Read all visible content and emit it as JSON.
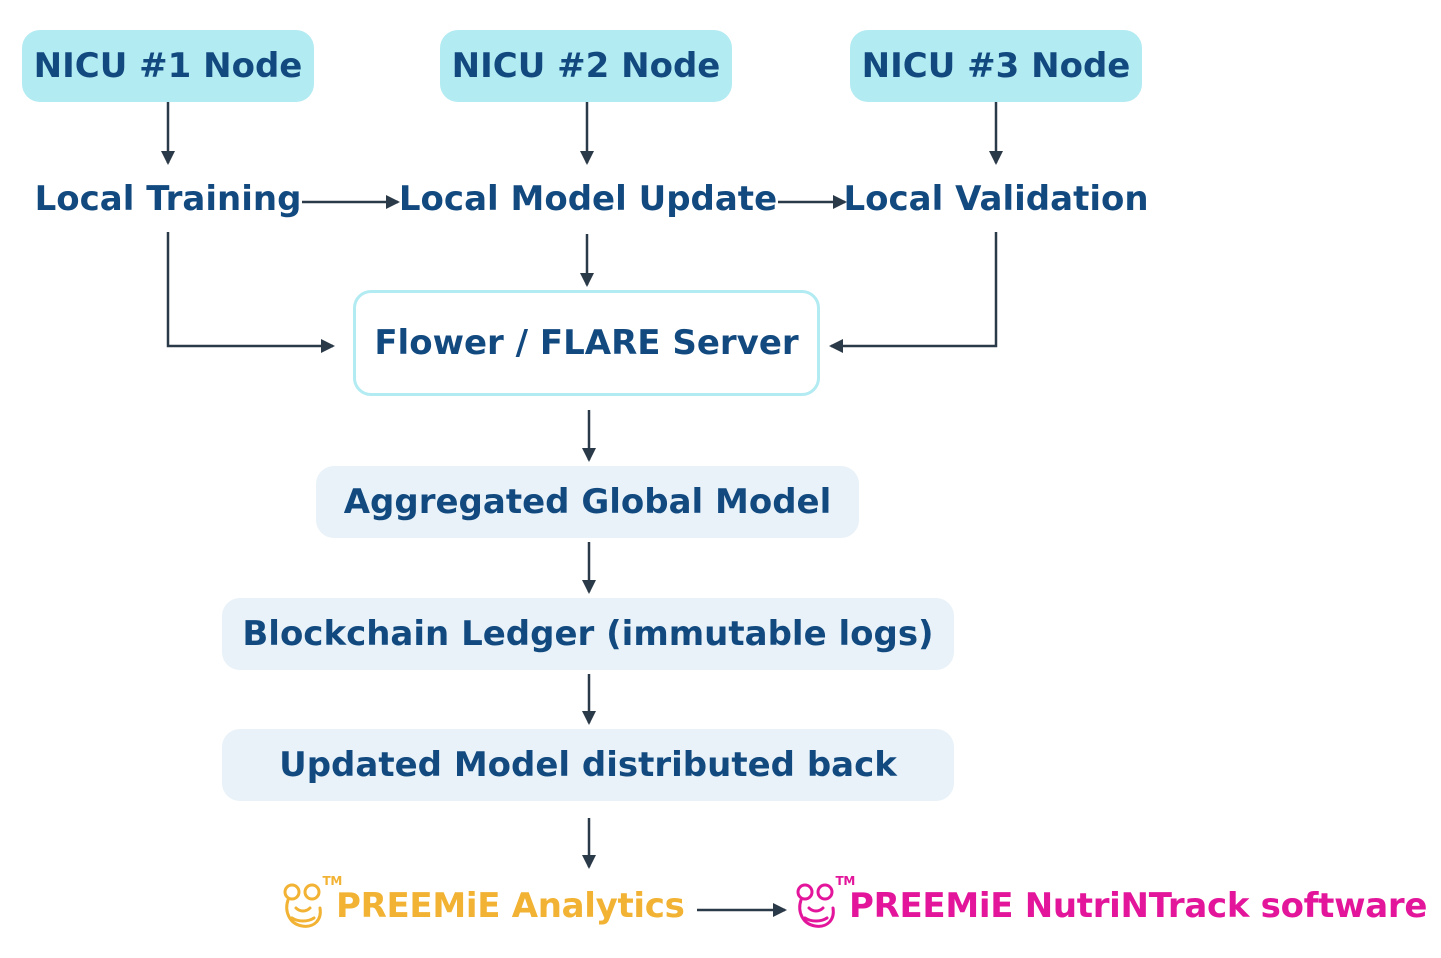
{
  "nodes": {
    "nicu1": "NICU #1 Node",
    "nicu2": "NICU #2 Node",
    "nicu3": "NICU #3 Node"
  },
  "steps": {
    "local_training": "Local Training",
    "local_model_update": "Local Model Update",
    "local_validation": "Local Validation"
  },
  "server": "Flower / FLARE Server",
  "pipeline": {
    "aggregated": "Aggregated Global Model",
    "ledger": "Blockchain Ledger (immutable logs)",
    "distributed": "Updated Model distributed back"
  },
  "brands": {
    "analytics": "PREEMiE Analytics",
    "nutrintrack": "PREEMiE NutriNTrack software",
    "tm": "TM"
  },
  "colors": {
    "text": "#124a80",
    "node_fill": "#b2ebf2",
    "server_border": "#b2ebf2",
    "pale_fill": "#e8f2f8",
    "arrow": "#2b3a48",
    "analytics": "#f2b233",
    "nutrintrack": "#e3169b"
  }
}
